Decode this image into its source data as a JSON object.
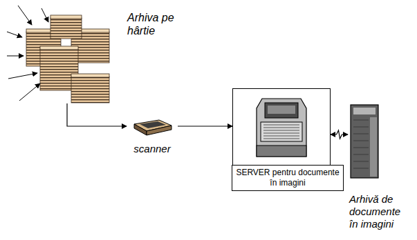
{
  "diagram": {
    "nodes": [
      {
        "text": [
          "Arhiva pe hârtie"
        ]
      },
      {
        "text": [
          "scanner"
        ]
      },
      {
        "text": [
          "SERVER pentru documente în imagini"
        ]
      },
      {
        "text": [
          "Arhivă de documente în imagini"
        ]
      }
    ],
    "edges": [
      {
        "from": 0,
        "to": 1,
        "arrow": "to"
      },
      {
        "from": 1,
        "to": 2,
        "arrow": "to"
      },
      {
        "from": 2,
        "to": 3,
        "arrow": "both"
      }
    ]
  }
}
